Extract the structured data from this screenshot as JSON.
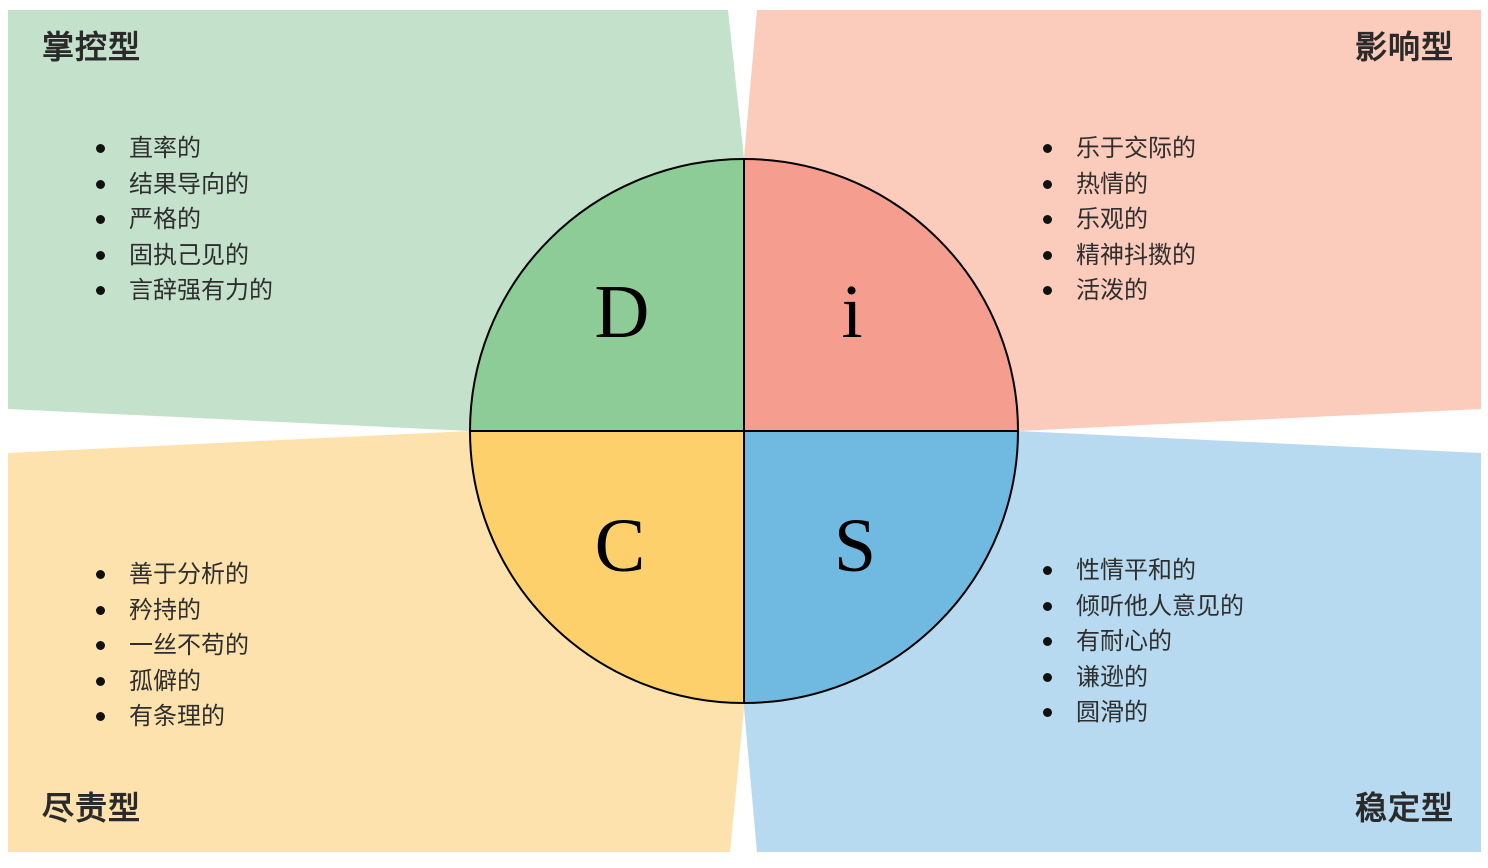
{
  "colors": {
    "d_panel": "#c4e2cb",
    "d_circle": "#8dcb97",
    "i_panel": "#fbcbbb",
    "i_circle": "#f59e8f",
    "c_panel": "#fde2ad",
    "c_circle": "#fdd06c",
    "s_panel": "#b7daf0",
    "s_circle": "#70b9e1",
    "outline": "#000000"
  },
  "quadrants": {
    "d": {
      "title": "掌控型",
      "letter": "D",
      "traits": [
        "直率的",
        "结果导向的",
        "严格的",
        "固执己见的",
        "言辞强有力的"
      ]
    },
    "i": {
      "title": "影响型",
      "letter": "i",
      "traits": [
        "乐于交际的",
        "热情的",
        "乐观的",
        "精神抖擞的",
        "活泼的"
      ]
    },
    "c": {
      "title": "尽责型",
      "letter": "C",
      "traits": [
        "善于分析的",
        "矜持的",
        "一丝不苟的",
        "孤僻的",
        "有条理的"
      ]
    },
    "s": {
      "title": "稳定型",
      "letter": "S",
      "traits": [
        "性情平和的",
        "倾听他人意见的",
        "有耐心的",
        "谦逊的",
        "圆滑的"
      ]
    }
  }
}
